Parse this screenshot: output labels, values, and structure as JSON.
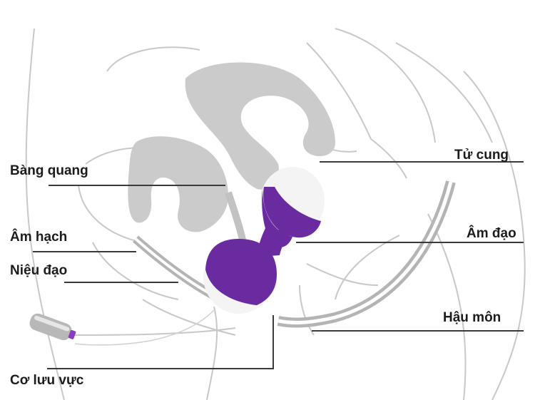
{
  "labels": {
    "bladder": "Bàng quang",
    "clitoris": "Âm hạch",
    "urethra": "Niệu đạo",
    "pelvic_floor": "Cơ lưu vực",
    "uterus": "Tử cung",
    "vagina": "Âm đạo",
    "anus": "Hậu môn"
  },
  "colors": {
    "organ_fill": "#cbcbcb",
    "outline": "#c6c6c6",
    "ball_purple": "#6a2aa0",
    "ball_white": "#f4f4f4",
    "leader_line": "#3a3a3a",
    "text": "#1c1c1c"
  },
  "icons": {
    "device": "kegel-ball-remote-icon"
  }
}
